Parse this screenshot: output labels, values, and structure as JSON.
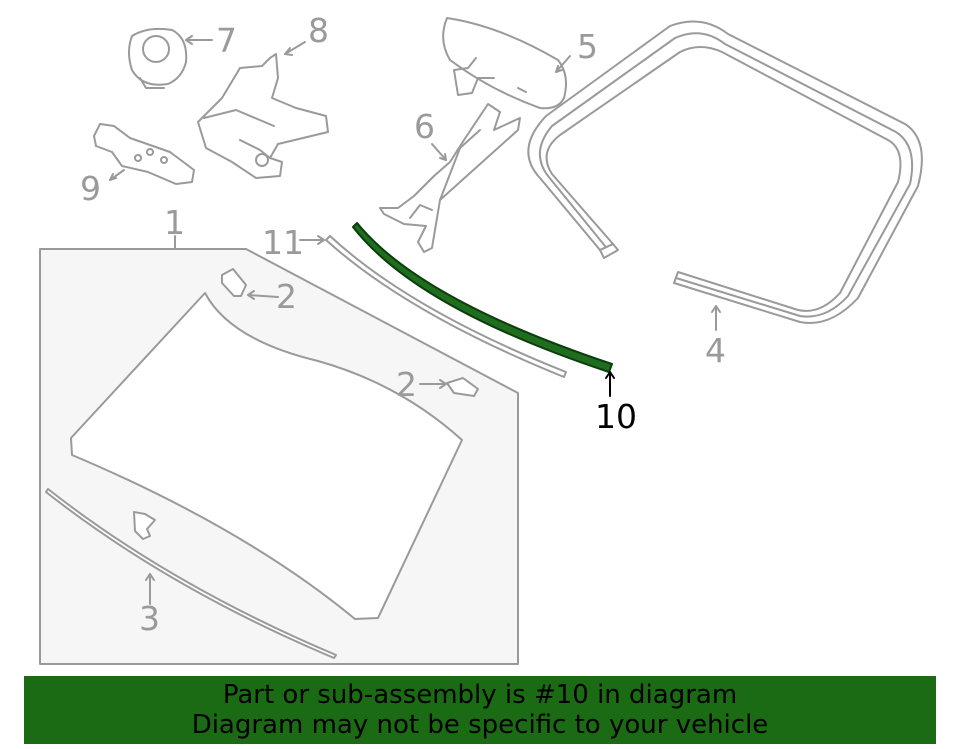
{
  "diagram": {
    "callouts": {
      "c1": "1",
      "c2a": "2",
      "c2b": "2",
      "c3": "3",
      "c4": "4",
      "c5": "5",
      "c6": "6",
      "c7": "7",
      "c8": "8",
      "c9": "9",
      "c10": "10",
      "c11": "11"
    },
    "highlighted_part": "10"
  },
  "banner": {
    "line1": "Part or sub-assembly is #10 in diagram",
    "line2": "Diagram may not be specific to your vehicle"
  },
  "colors": {
    "line_gray": "#9a9a9a",
    "panel_fill": "#f6f6f6",
    "highlight_fill": "#1f6e1f",
    "highlight_stroke": "#0c3d0c",
    "banner_bg": "#1a6b13",
    "banner_text": "#000000",
    "callout_text": "#9a9a9a",
    "active_callout_text": "#000000"
  }
}
